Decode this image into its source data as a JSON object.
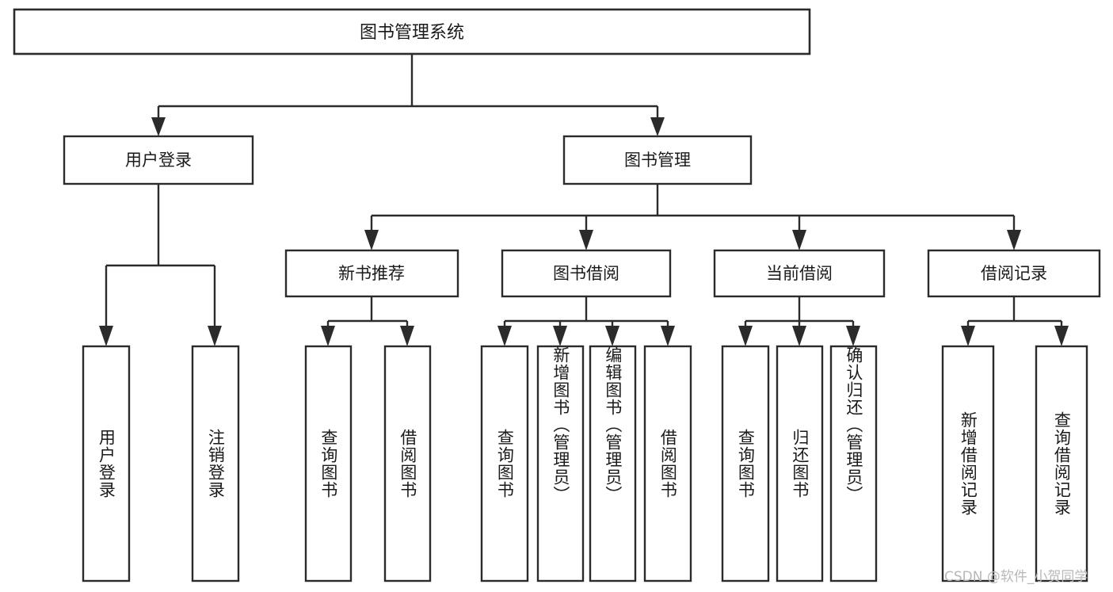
{
  "diagram": {
    "type": "tree-hierarchy-chart",
    "title": "图书管理系统",
    "orientation": "top-down",
    "colors": {
      "box_stroke": "#2b2b2b",
      "box_fill": "#ffffff",
      "connector": "#2b2b2b",
      "text": "#1a1a1a",
      "watermark": "#b8b8b8",
      "background": "#ffffff"
    },
    "root": {
      "label": "图书管理系统"
    },
    "level2": [
      {
        "label": "用户登录"
      },
      {
        "label": "图书管理"
      }
    ],
    "level3": [
      {
        "label": "新书推荐"
      },
      {
        "label": "图书借阅"
      },
      {
        "label": "当前借阅"
      },
      {
        "label": "借阅记录"
      }
    ],
    "leaves": {
      "user_login": [
        {
          "label": "用户登录"
        },
        {
          "label": "注销登录"
        }
      ],
      "new_book_recommend": [
        {
          "label": "查询图书"
        },
        {
          "label": "借阅图书"
        }
      ],
      "book_borrow": [
        {
          "label": "查询图书"
        },
        {
          "label": "新增图书（管理员）"
        },
        {
          "label": "编辑图书（管理员）"
        },
        {
          "label": "借阅图书"
        }
      ],
      "current_borrow": [
        {
          "label": "查询图书"
        },
        {
          "label": "归还图书"
        },
        {
          "label": "确认归还（管理员）"
        }
      ],
      "borrow_record": [
        {
          "label": "新增借阅记录"
        },
        {
          "label": "查询借阅记录"
        }
      ]
    },
    "watermark": "CSDN @软件_小贺同学"
  }
}
